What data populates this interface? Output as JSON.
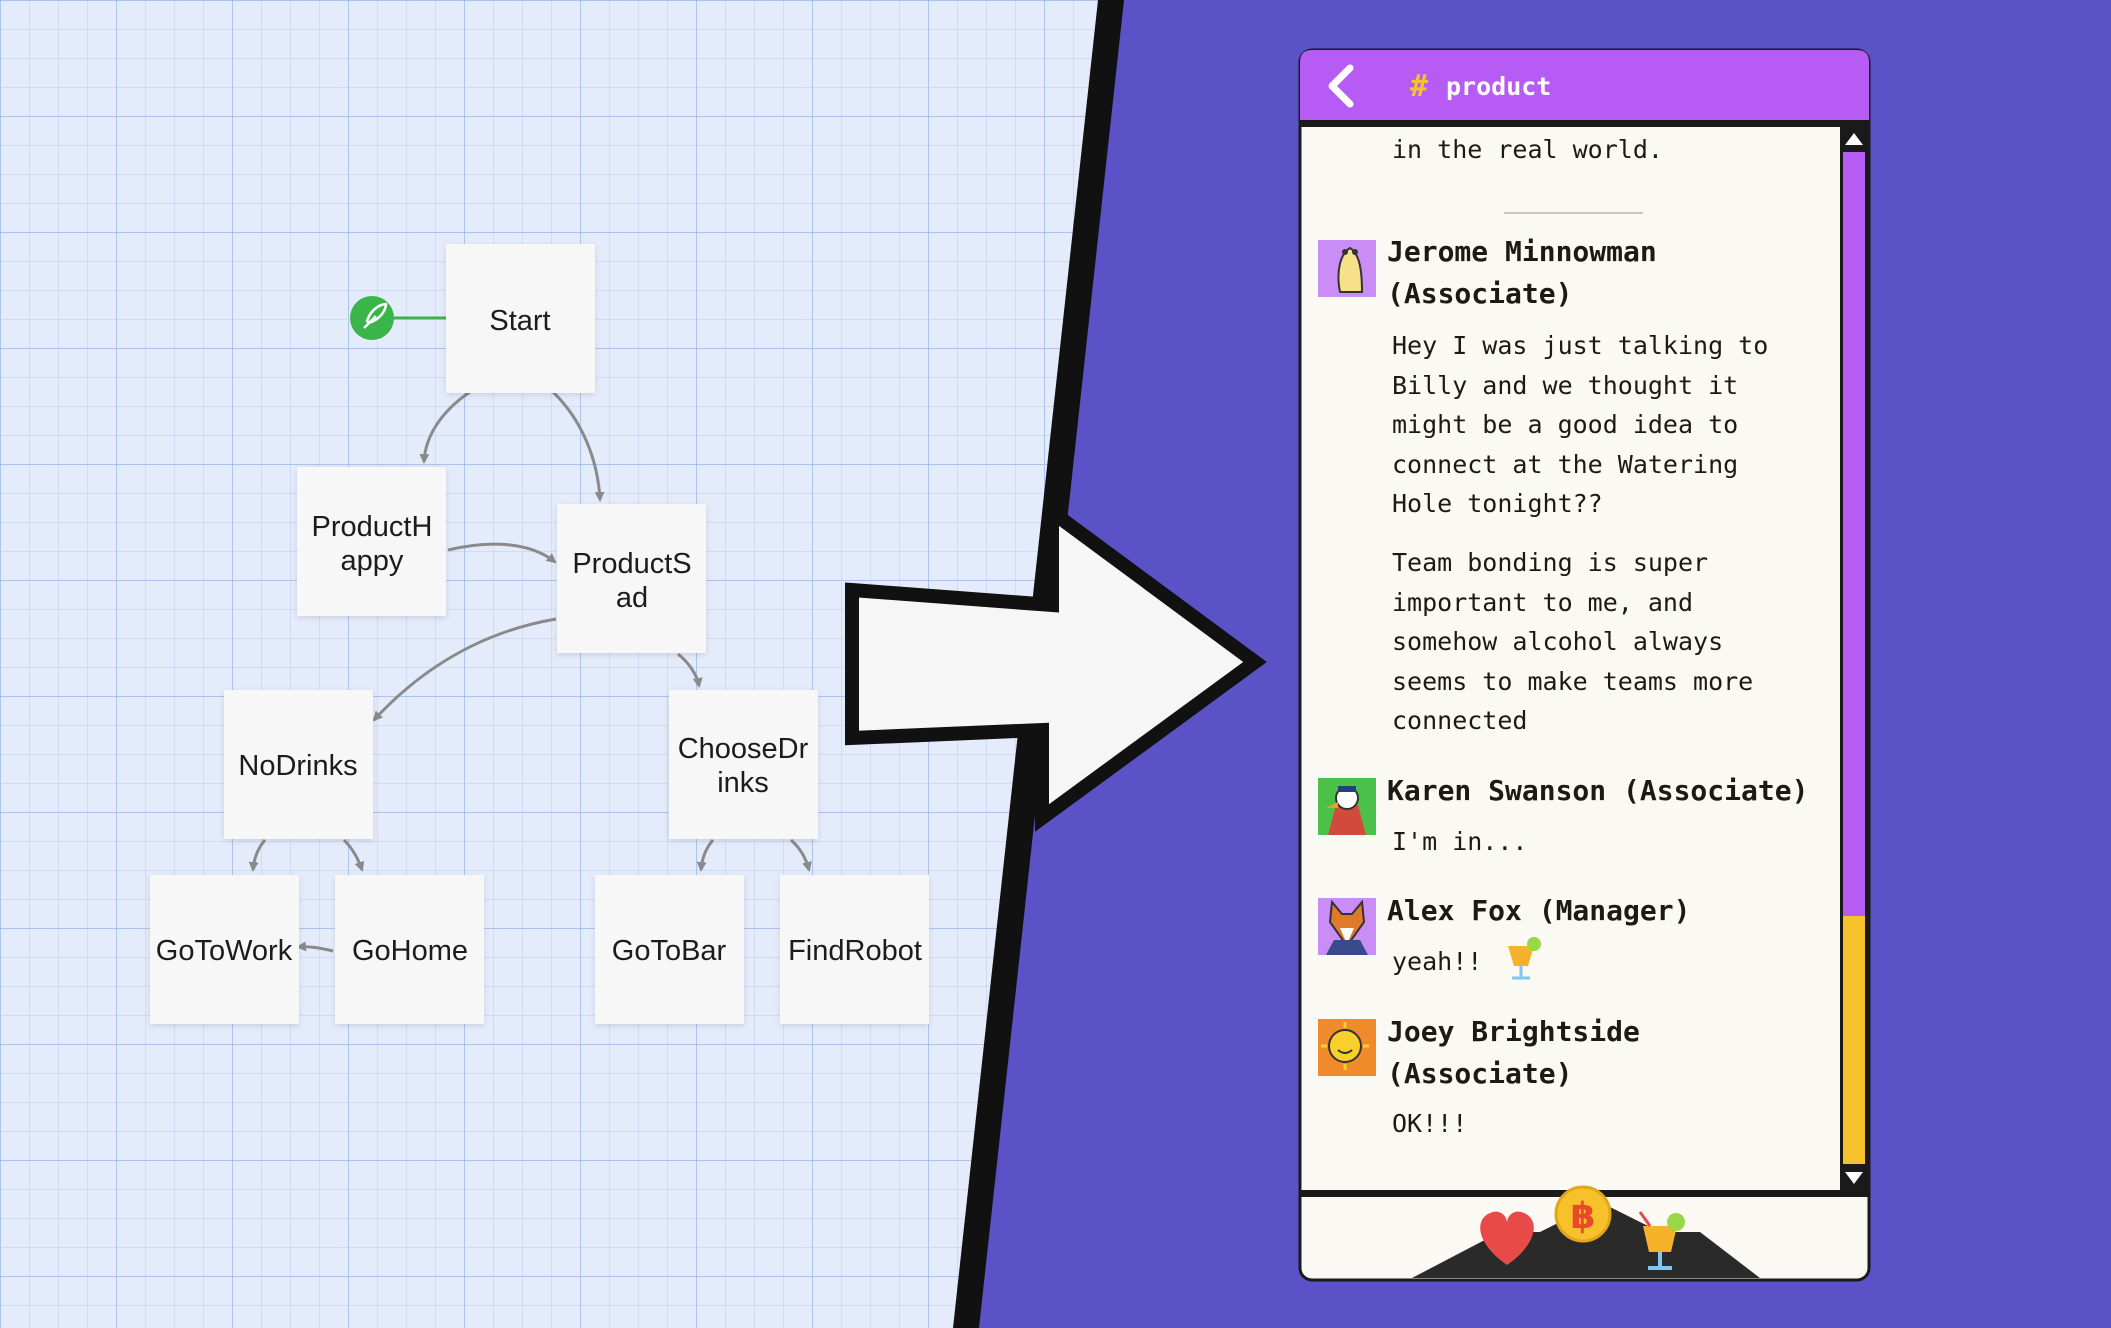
{
  "diagram": {
    "start_icon": "rocket-icon",
    "nodes": {
      "start": "Start",
      "product_happy": [
        "ProductH",
        "appy"
      ],
      "product_sad": [
        "ProductS",
        "ad"
      ],
      "no_drinks": "NoDrinks",
      "choose_drinks": [
        "ChooseDr",
        "inks"
      ],
      "go_to_work": "GoToWork",
      "go_home": "GoHome",
      "go_to_bar": "GoToBar",
      "find_robot": "FindRobot"
    }
  },
  "arrow_icon": "big-right-arrow",
  "chat": {
    "back_icon": "chevron-left-icon",
    "channel_hash": "#",
    "channel": "product",
    "prev_line": "in the real world.",
    "messages": [
      {
        "avatar": "slug-avatar",
        "name_lines": [
          "Jerome Minnowman",
          "(Associate)"
        ],
        "paragraphs": [
          [
            "Hey I was just talking to",
            "Billy and we thought it",
            "might be a good idea to",
            "connect at the Watering",
            "Hole tonight??"
          ],
          [
            "Team bonding is super",
            "important to me, and",
            "somehow alcohol always",
            "seems to make teams more",
            "connected"
          ]
        ]
      },
      {
        "avatar": "duck-avatar",
        "name_lines": [
          "Karen Swanson (Associate)"
        ],
        "paragraphs": [
          [
            "I'm in..."
          ]
        ]
      },
      {
        "avatar": "fox-avatar",
        "name_lines": [
          "Alex Fox (Manager)"
        ],
        "paragraphs": [
          [
            "yeah!!"
          ]
        ],
        "emoji": "cocktail-icon"
      },
      {
        "avatar": "sun-avatar",
        "name_lines": [
          "Joey Brightside",
          "(Associate)"
        ],
        "paragraphs": [
          [
            "OK!!!"
          ]
        ]
      }
    ],
    "status_icons": [
      "heart-icon",
      "coin-icon",
      "cocktail-icon"
    ],
    "coin_symbol": "฿",
    "colors": {
      "header": "#b65cf4",
      "scroll_purple": "#b65cf4",
      "scroll_yellow": "#f7c12c",
      "background": "#5b52c7",
      "grid": "#e4ecfc",
      "rocket": "#3ab54a"
    }
  }
}
